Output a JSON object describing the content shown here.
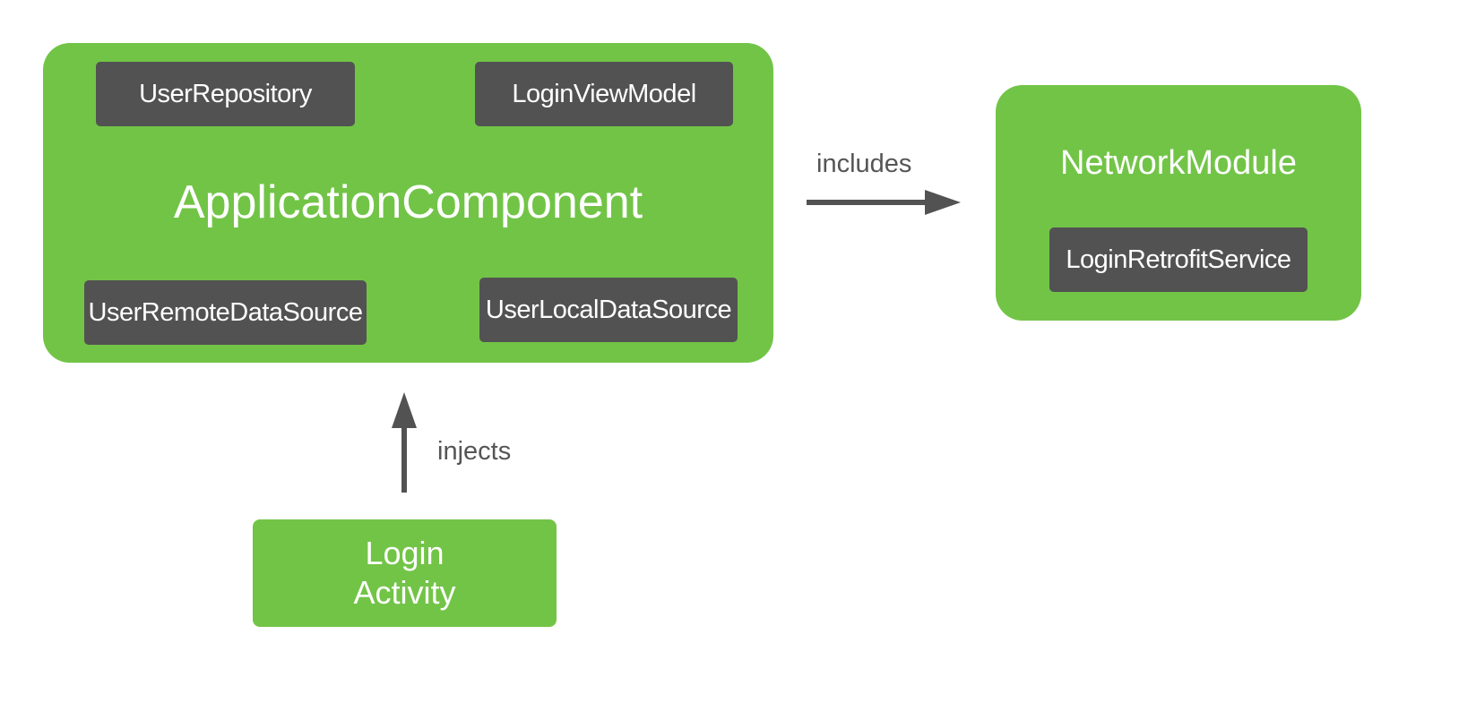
{
  "diagram": {
    "application_component": {
      "title": "ApplicationComponent",
      "members": {
        "user_repository": "UserRepository",
        "login_view_model": "LoginViewModel",
        "user_remote_data_source": "UserRemoteDataSource",
        "user_local_data_source": "UserLocalDataSource"
      }
    },
    "network_module": {
      "title": "NetworkModule",
      "members": {
        "login_retrofit_service": "LoginRetrofitService"
      }
    },
    "login_activity": {
      "line1": "Login",
      "line2": "Activity"
    },
    "edges": {
      "includes": "includes",
      "injects": "injects"
    }
  },
  "colors": {
    "component_green": "#72c447",
    "class_box_gray": "#525252",
    "arrow_gray": "#525252",
    "label_gray": "#555555",
    "text_white": "#ffffff"
  }
}
